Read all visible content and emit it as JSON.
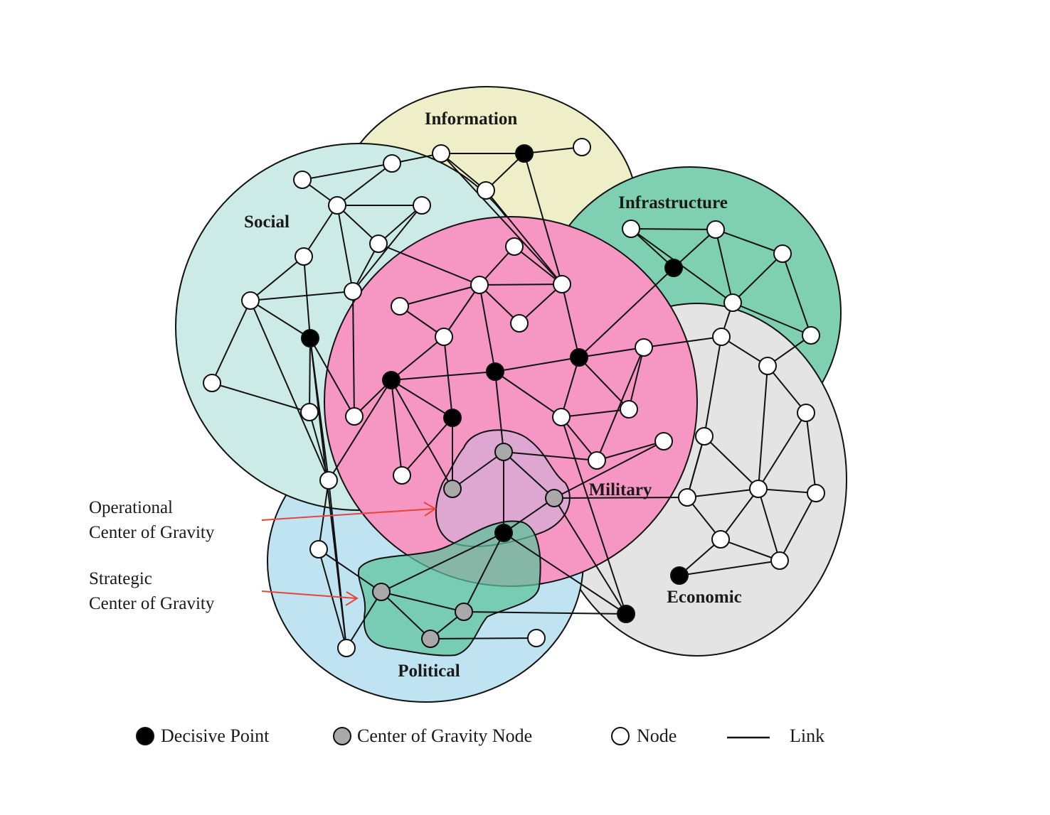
{
  "title": "",
  "domains": [
    {
      "id": "information",
      "label": "Information",
      "color": "#eeefc8"
    },
    {
      "id": "social",
      "label": "Social",
      "color": "#cdebe6"
    },
    {
      "id": "infrastructure",
      "label": "Infrastructure",
      "color": "#7fd0b3"
    },
    {
      "id": "economic",
      "label": "Economic",
      "color": "#e4e4e4"
    },
    {
      "id": "political",
      "label": "Political",
      "color": "#bfe3f1"
    },
    {
      "id": "military",
      "label": "Military",
      "color": "#f597c2"
    }
  ],
  "callouts": {
    "operational": {
      "lines": [
        "Operational",
        "Center of Gravity"
      ],
      "arrow_color": "#e8453a",
      "region_color": "#d8a9d4"
    },
    "strategic": {
      "lines": [
        "Strategic",
        "Center of Gravity"
      ],
      "arrow_color": "#e8453a",
      "region_color": "#5cc39b"
    }
  },
  "node_colors": {
    "decisive": "#000000",
    "cog": "#a9a9a9",
    "node": "#ffffff"
  },
  "legend": [
    {
      "type": "decisive",
      "label": "Decisive Point"
    },
    {
      "type": "cog",
      "label": "Center of Gravity Node"
    },
    {
      "type": "node",
      "label": "Node"
    },
    {
      "type": "link",
      "label": "Link"
    }
  ]
}
